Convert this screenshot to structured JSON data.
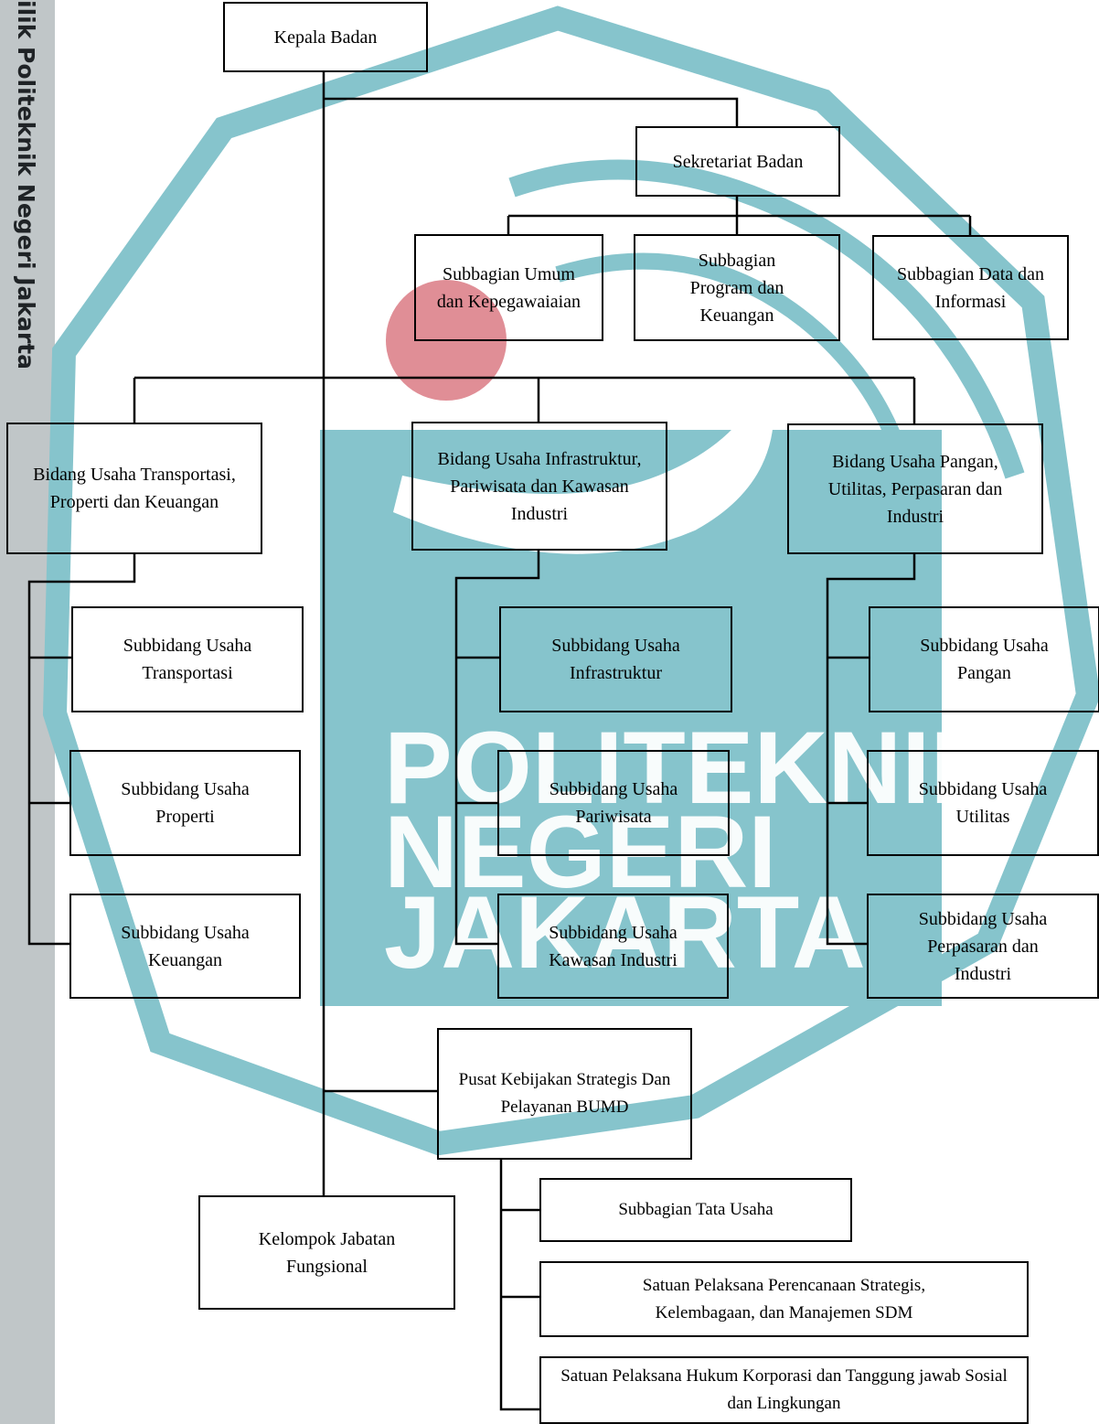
{
  "sidebar": {
    "text": "ilik Politeknik Negeri Jakarta"
  },
  "watermark": {
    "line1": "POLITEKNIK",
    "line2": "NEGERI",
    "line3": "JAKARTA"
  },
  "org": {
    "head": "Kepala Badan",
    "secretariat": "Sekretariat Badan",
    "secretariat_subs": [
      "Subbagian Umum dan Kepegawaiaian",
      "Subbagian Program dan Keuangan",
      "Subbagian Data dan Informasi"
    ],
    "divisions": [
      {
        "name": "Bidang Usaha Transportasi, Properti dan Keuangan",
        "subs": [
          "Subbidang Usaha Transportasi",
          "Subbidang Usaha Properti",
          "Subbidang Usaha Keuangan"
        ]
      },
      {
        "name": "Bidang Usaha Infrastruktur, Pariwisata dan Kawasan Industri",
        "subs": [
          "Subbidang Usaha Infrastruktur",
          "Subbidang Usaha Pariwisata",
          "Subbidang Usaha Kawasan Industri"
        ]
      },
      {
        "name": "Bidang Usaha Pangan, Utilitas, Perpasaran dan Industri",
        "subs": [
          "Subbidang Usaha Pangan",
          "Subbidang Usaha Utilitas",
          "Subbidang Usaha Perpasaran dan Industri"
        ]
      }
    ],
    "center": "Pusat Kebijakan Strategis Dan Pelayanan BUMD",
    "center_subs": [
      "Subbagian Tata Usaha",
      "Satuan Pelaksana Perencanaan Strategis, Kelembagaan, dan Manajemen SDM",
      "Satuan Pelaksana Hukum Korporasi dan Tanggung jawab Sosial dan Lingkungan"
    ],
    "functional": "Kelompok Jabatan Fungsional"
  }
}
